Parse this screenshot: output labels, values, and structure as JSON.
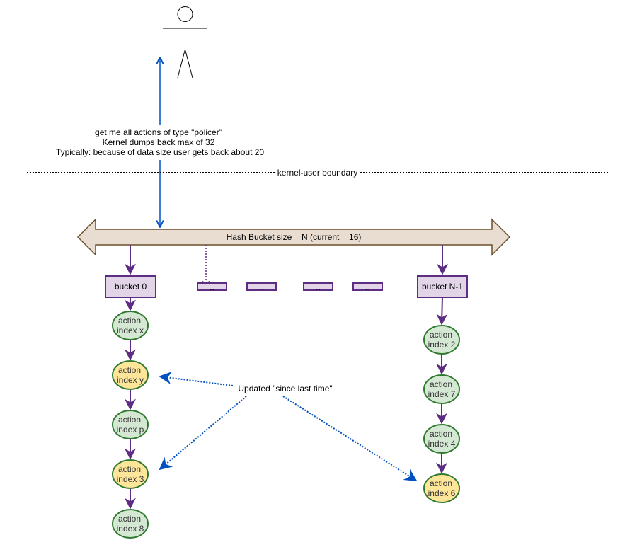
{
  "user_request": {
    "line1": "get me all actions of type \"policer\"",
    "line2": "Kernel dumps back max of 32",
    "line3": "Typically: because of data size user gets back about 20"
  },
  "boundary": {
    "label": "kernel-user boundary"
  },
  "hash_bucket": {
    "label": "Hash Bucket size = N (current = 16)"
  },
  "buckets": {
    "first": "bucket 0",
    "last": "bucket N-1",
    "middle": [
      "..",
      "..",
      "..",
      ".."
    ]
  },
  "chains": {
    "left": [
      {
        "line1": "action",
        "line2": "index x",
        "updated": false
      },
      {
        "line1": "action",
        "line2": "index y",
        "updated": true
      },
      {
        "line1": "action",
        "line2": "index p",
        "updated": false
      },
      {
        "line1": "action",
        "line2": "index 3",
        "updated": true
      },
      {
        "line1": "action",
        "line2": "index 8",
        "updated": false
      }
    ],
    "right": [
      {
        "line1": "action",
        "line2": "index 2",
        "updated": false
      },
      {
        "line1": "action",
        "line2": "index 7",
        "updated": false
      },
      {
        "line1": "action",
        "line2": "index 4",
        "updated": false
      },
      {
        "line1": "action",
        "line2": "index 6",
        "updated": true
      }
    ]
  },
  "updated_note": {
    "label": "Updated \"since last time\""
  },
  "colors": {
    "purple": "#5c2d82",
    "blue": "#0050c0",
    "green_fill": "#d5e8d4",
    "green_stroke": "#2f7a2f",
    "yellow_fill": "#fde59a",
    "bucket_fill": "#e1d5e7",
    "bar_fill": "#e8ddd0",
    "bar_stroke": "#6b4f2a"
  }
}
